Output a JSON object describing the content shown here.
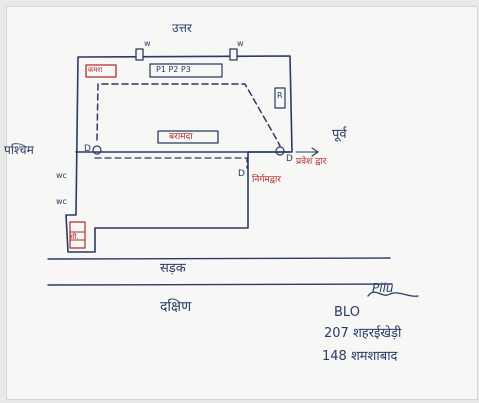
{
  "directions": {
    "north": "उत्तर",
    "south": "दक्षिण",
    "east": "पूर्व",
    "west": "पश्चिम"
  },
  "labels": {
    "road": "सड़क",
    "room_top_left": "कमरा",
    "top_rooms": "P1   P2   P3",
    "room_right": "R",
    "middle_room": "बरामदा",
    "entrance": "प्रवेश द्वार",
    "exit": "निर्गमद्वार",
    "window_mark": "w",
    "door_mark": "D",
    "wc_mark": "wc",
    "staircase": "सी.",
    "signature": "Pilu"
  },
  "footer": {
    "line1": "BLO",
    "line2": "207 शहरईखेड़ी",
    "line3": "148 शमशाबाद"
  },
  "colors": {
    "ink": "#2b3a66",
    "red": "#b02d2d"
  }
}
